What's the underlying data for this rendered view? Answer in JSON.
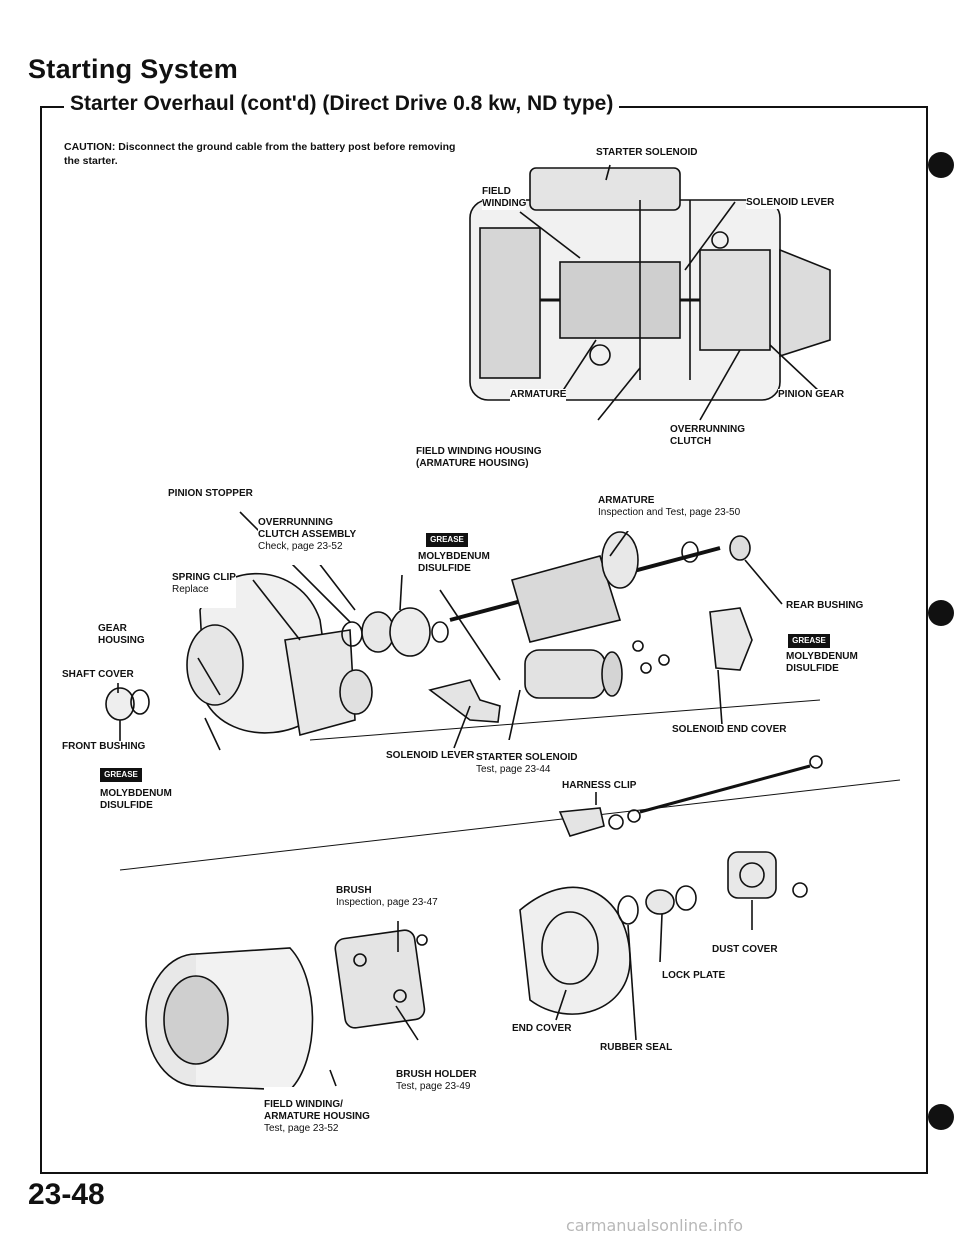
{
  "header": {
    "section_title": "Starting System",
    "subtitle": "Starter Overhaul (cont'd) (Direct Drive 0.8 kw, ND type)"
  },
  "caution": "CAUTION: Disconnect the ground cable from the battery post before removing the starter.",
  "top_diagram": {
    "labels": {
      "starter_solenoid": "STARTER SOLENOID",
      "field_winding": "FIELD\nWINDING",
      "solenoid_lever": "SOLENOID LEVER",
      "armature": "ARMATURE",
      "pinion_gear": "PINION GEAR",
      "overrunning_clutch": "OVERRUNNING\nCLUTCH",
      "field_winding_housing": "FIELD WINDING HOUSING\n(ARMATURE HOUSING)"
    }
  },
  "exploded_diagram": {
    "labels": {
      "pinion_stopper": "PINION STOPPER",
      "overrunning_clutch_assembly": "OVERRUNNING\nCLUTCH ASSEMBLY",
      "overrunning_clutch_assembly_ref": "Check, page 23-52",
      "molybdenum_top": "MOLYBDENUM\nDISULFIDE",
      "armature": "ARMATURE",
      "armature_ref": "Inspection and Test, page 23-50",
      "spring_clip": "SPRING CLIP",
      "spring_clip_ref": "Replace",
      "gear_housing": "GEAR\nHOUSING",
      "rear_bushing": "REAR BUSHING",
      "molybdenum_right": "MOLYBDENUM\nDISULFIDE",
      "shaft_cover": "SHAFT COVER",
      "solenoid_end_cover": "SOLENOID END COVER",
      "front_bushing": "FRONT BUSHING",
      "solenoid_lever": "SOLENOID LEVER",
      "starter_solenoid": "STARTER SOLENOID",
      "starter_solenoid_ref": "Test, page 23-44",
      "molybdenum_left": "MOLYBDENUM\nDISULFIDE",
      "harness_clip": "HARNESS CLIP",
      "brush": "BRUSH",
      "brush_ref": "Inspection, page 23-47",
      "dust_cover": "DUST COVER",
      "lock_plate": "LOCK PLATE",
      "end_cover": "END COVER",
      "rubber_seal": "RUBBER SEAL",
      "brush_holder": "BRUSH HOLDER",
      "brush_holder_ref": "Test, page 23-49",
      "field_winding_housing": "FIELD WINDING/\nARMATURE HOUSING",
      "field_winding_housing_ref": "Test, page 23-52"
    },
    "grease_badge": "GREASE"
  },
  "page_number": "23-48",
  "footer": "carmanualsonline.info"
}
